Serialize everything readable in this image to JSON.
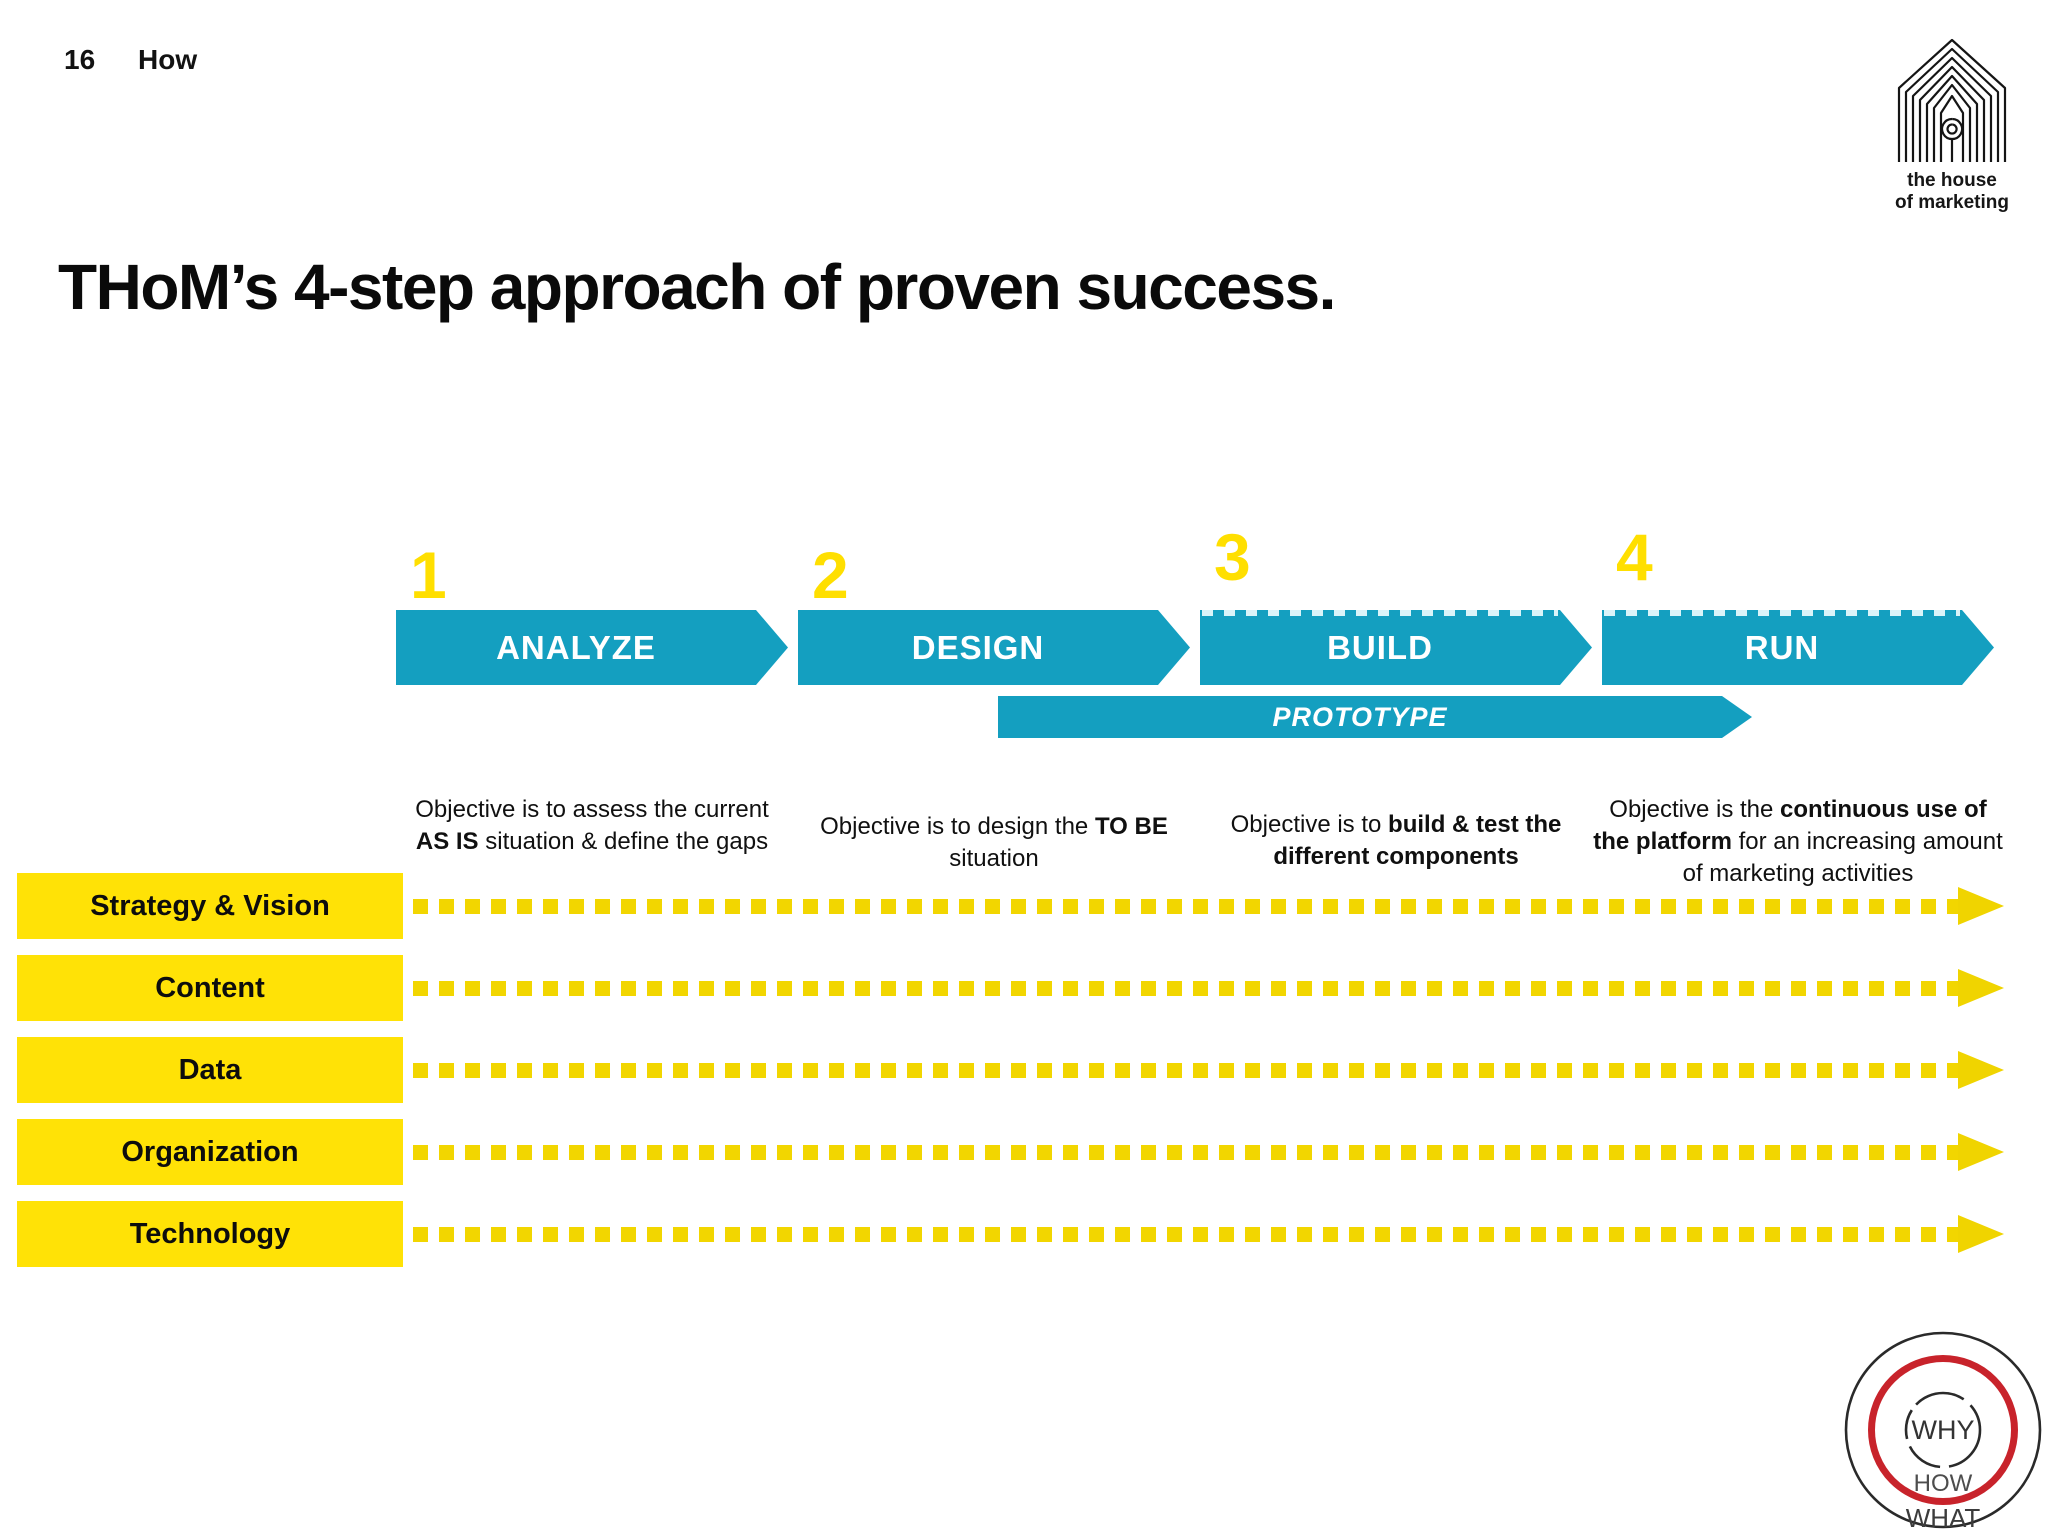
{
  "header": {
    "page_number": "16",
    "section": "How"
  },
  "logo": {
    "line1": "the house",
    "line2": "of marketing"
  },
  "title": "THoM’s 4-step approach of proven success.",
  "steps": [
    {
      "number": "1",
      "label": "ANALYZE",
      "objective": {
        "pre": "Objective is to assess the current ",
        "bold": "AS IS",
        "post": " situation & define the gaps"
      }
    },
    {
      "number": "2",
      "label": "DESIGN",
      "objective": {
        "pre": "Objective is to design the ",
        "bold": "TO BE",
        "post": " situation"
      }
    },
    {
      "number": "3",
      "label": "BUILD",
      "objective": {
        "pre": "Objective is to ",
        "bold": "build & test the different components",
        "post": ""
      }
    },
    {
      "number": "4",
      "label": "RUN",
      "objective": {
        "pre": "Objective is the ",
        "bold": "continuous use of the platform",
        "post": " for an increasing amount of marketing activities"
      }
    }
  ],
  "prototype": {
    "label": "PROTOTYPE"
  },
  "categories": [
    {
      "label": "Strategy & Vision"
    },
    {
      "label": "Content"
    },
    {
      "label": "Data"
    },
    {
      "label": "Organization"
    },
    {
      "label": "Technology"
    }
  ],
  "golden_circle": {
    "inner": "WHY",
    "middle": "HOW",
    "outer": "WHAT"
  },
  "colors": {
    "teal": "#149FC0",
    "bar_yellow": "#FFE206",
    "dot_yellow": "#F2D600",
    "number_yellow": "#FFDF00",
    "circle_red": "#C8232B"
  }
}
